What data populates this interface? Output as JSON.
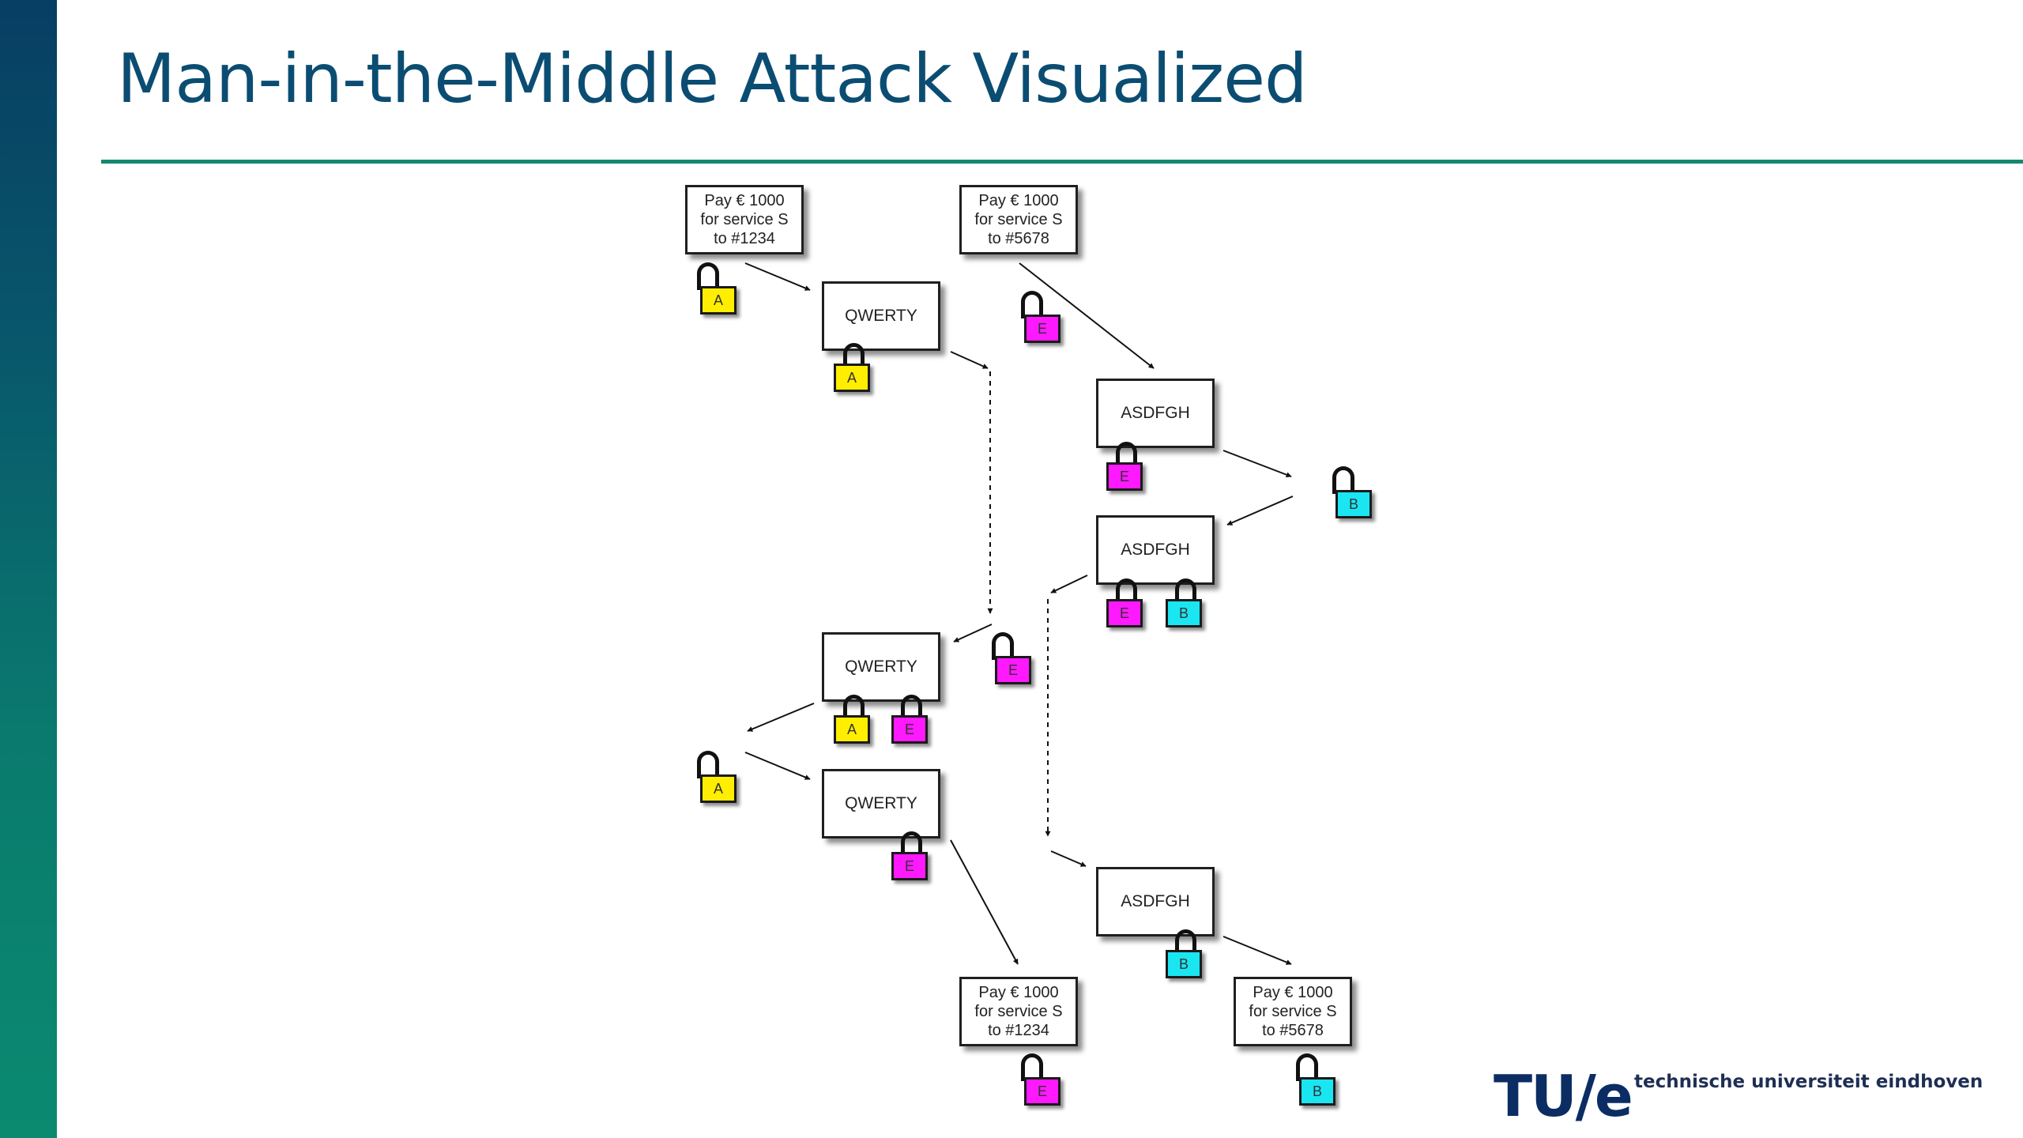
{
  "slide": {
    "title": "Man-in-the-Middle Attack Visualized"
  },
  "colors": {
    "sidebar_top": "#073e63",
    "sidebar_bottom": "#0b8a70",
    "title": "#0b4d72",
    "rule": "#168a6f",
    "lock_a": "#ffee00",
    "lock_e": "#ff19ff",
    "lock_b": "#1ae6f2"
  },
  "messages": {
    "alice_original": [
      "Pay € 1000",
      "for service S",
      "to #1234"
    ],
    "eve_forged": [
      "Pay € 1000",
      "for service S",
      "to #5678"
    ],
    "alice_received": [
      "Pay € 1000",
      "for service S",
      "to #1234"
    ],
    "bob_received": [
      "Pay € 1000",
      "for service S",
      "to #5678"
    ]
  },
  "ciphertexts": {
    "qwerty": "QWERTY",
    "asdfgh": "ASDFGH"
  },
  "locks": {
    "a": "A",
    "e": "E",
    "b": "B"
  },
  "logo": {
    "mark": "TU/e",
    "text": "technische universiteit eindhoven"
  }
}
